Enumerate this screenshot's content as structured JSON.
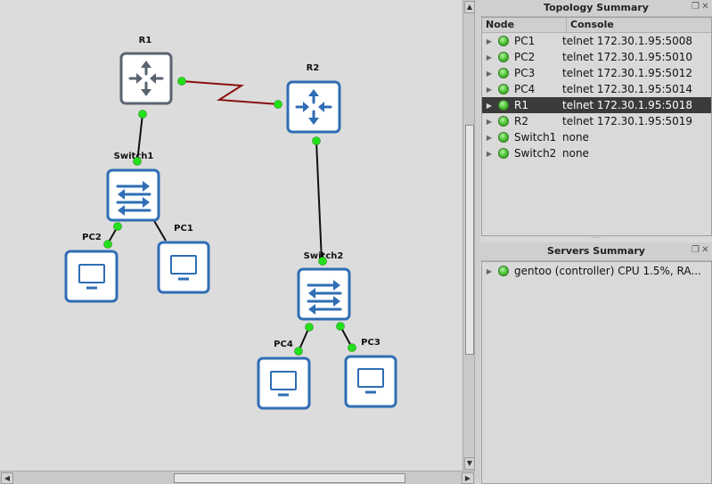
{
  "topology": {
    "nodes": [
      {
        "id": "R1",
        "label": "R1",
        "type": "router"
      },
      {
        "id": "R2",
        "label": "R2",
        "type": "router"
      },
      {
        "id": "Switch1",
        "label": "Switch1",
        "type": "switch"
      },
      {
        "id": "Switch2",
        "label": "Switch2",
        "type": "switch"
      },
      {
        "id": "PC1",
        "label": "PC1",
        "type": "pc"
      },
      {
        "id": "PC2",
        "label": "PC2",
        "type": "pc"
      },
      {
        "id": "PC3",
        "label": "PC3",
        "type": "pc"
      },
      {
        "id": "PC4",
        "label": "PC4",
        "type": "pc"
      }
    ],
    "links": [
      {
        "from": "R1",
        "to": "R2",
        "style": "serial"
      },
      {
        "from": "R1",
        "to": "Switch1"
      },
      {
        "from": "R2",
        "to": "Switch2"
      },
      {
        "from": "Switch1",
        "to": "PC2"
      },
      {
        "from": "Switch1",
        "to": "PC1"
      },
      {
        "from": "Switch2",
        "to": "PC4"
      },
      {
        "from": "Switch2",
        "to": "PC3"
      }
    ]
  },
  "topology_summary": {
    "title": "Topology Summary",
    "columns": {
      "node": "Node",
      "console": "Console"
    },
    "rows": [
      {
        "node": "PC1",
        "console": "telnet 172.30.1.95:5008",
        "status": "running",
        "selected": false
      },
      {
        "node": "PC2",
        "console": "telnet 172.30.1.95:5010",
        "status": "running",
        "selected": false
      },
      {
        "node": "PC3",
        "console": "telnet 172.30.1.95:5012",
        "status": "running",
        "selected": false
      },
      {
        "node": "PC4",
        "console": "telnet 172.30.1.95:5014",
        "status": "running",
        "selected": false
      },
      {
        "node": "R1",
        "console": "telnet 172.30.1.95:5018",
        "status": "running",
        "selected": true
      },
      {
        "node": "R2",
        "console": "telnet 172.30.1.95:5019",
        "status": "running",
        "selected": false
      },
      {
        "node": "Switch1",
        "console": "none",
        "status": "running",
        "selected": false
      },
      {
        "node": "Switch2",
        "console": "none",
        "status": "running",
        "selected": false
      }
    ]
  },
  "servers_summary": {
    "title": "Servers Summary",
    "rows": [
      {
        "text": "gentoo (controller) CPU 1.5%, RA...",
        "status": "running"
      }
    ]
  },
  "colors": {
    "device_stroke": "#2f6db5",
    "router_selected_stroke": "#5a6470",
    "port_dot": "#22e01a",
    "serial_link": "#8b1010",
    "ethernet_link": "#111111",
    "selected_row": "#3b3b3b"
  },
  "icons": {
    "router": "router-arrows-icon",
    "switch": "switch-arrows-icon",
    "pc": "monitor-icon",
    "status": "green-led-icon",
    "expand": "triangle-right-icon"
  }
}
